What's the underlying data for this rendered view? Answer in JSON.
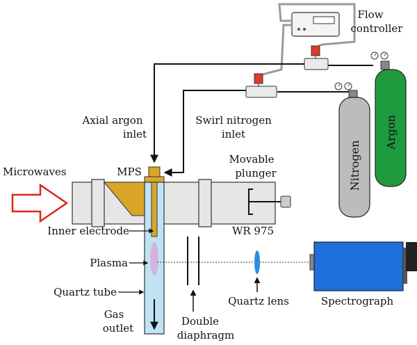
{
  "labels": {
    "flow_line1": "Flow",
    "flow_line2": "controller",
    "axial_line1": "Axial argon",
    "axial_line2": "inlet",
    "swirl_line1": "Swirl nitrogen",
    "swirl_line2": "inlet",
    "microwaves": "Microwaves",
    "mps": "MPS",
    "movable_line1": "Movable",
    "movable_line2": "plunger",
    "inner_electrode": "Inner electrode",
    "wr975": "WR 975",
    "plasma": "Plasma",
    "quartz_tube": "Quartz tube",
    "gas_line1": "Gas",
    "gas_line2": "outlet",
    "double_line1": "Double",
    "double_line2": "diaphragm",
    "quartz_lens": "Quartz lens",
    "spectrograph": "Spectrograph",
    "nitrogen": "Nitrogen",
    "argon": "Argon"
  },
  "colors": {
    "waveguide": "#e6e6e6",
    "tuner_gold": "#d9a62a",
    "argon_green": "#1f9a3e",
    "nitrogen_gray": "#bcbcbc",
    "spectrograph_blue": "#1e6fd9",
    "quartz_blue": "#bfe3f5",
    "plasma_pink": "#d9a8d8",
    "arrow_red": "#d9261c",
    "lens_blue": "#2a8fe0",
    "valve_red": "#e03a2c"
  }
}
